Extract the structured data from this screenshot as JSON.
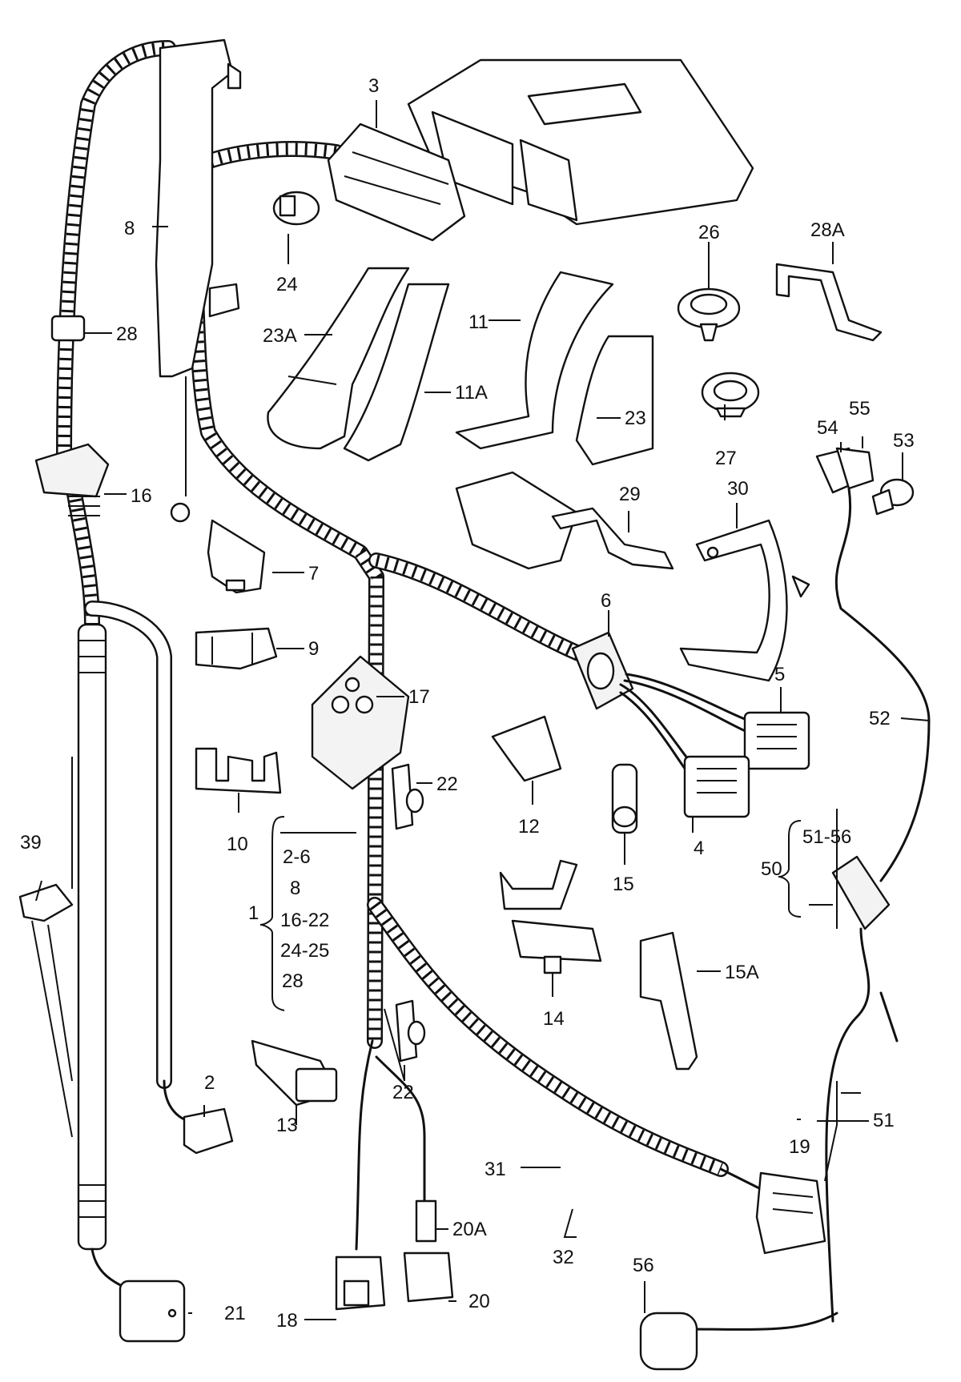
{
  "labels": {
    "l1": "1",
    "l2": "2",
    "l3": "3",
    "l4": "4",
    "l5": "5",
    "l6": "6",
    "l7": "7",
    "l8": "8",
    "l9": "9",
    "l10": "10",
    "l11": "11",
    "l11A": "11A",
    "l12": "12",
    "l13": "13",
    "l14": "14",
    "l15": "15",
    "l15A": "15A",
    "l16": "16",
    "l17": "17",
    "l18": "18",
    "l19": "19",
    "l20": "20",
    "l20A": "20A",
    "l21": "21",
    "l22a": "22",
    "l22b": "22",
    "l23": "23",
    "l23A": "23A",
    "l24": "24",
    "l26": "26",
    "l27": "27",
    "l28": "28",
    "l28A": "28A",
    "l29": "29",
    "l30": "30",
    "l31": "31",
    "l32": "32",
    "l39": "39",
    "l50": "50",
    "l51": "51",
    "l52": "52",
    "l53": "53",
    "l54": "54",
    "l55": "55",
    "l56": "56"
  },
  "group1": {
    "items": [
      "2-6",
      "8",
      "16-22",
      "24-25",
      "28"
    ]
  },
  "group50": {
    "items": [
      "51-56"
    ]
  }
}
